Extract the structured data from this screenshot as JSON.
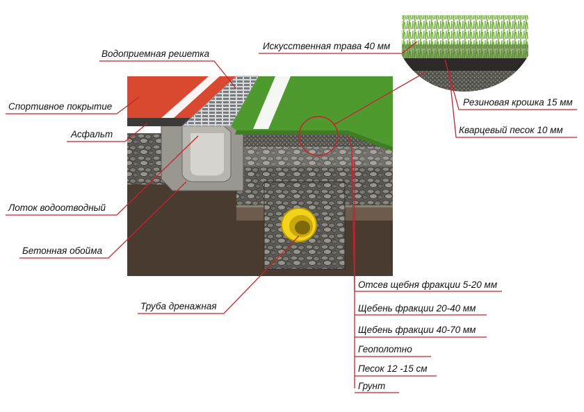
{
  "labels": {
    "vodopriemnaya_reshetka": "Водоприемная решетка",
    "iskusstvennaya_trava": "Искусственная трава 40 мм",
    "sportivnoe_pokrytie": "Спортивное покрытие",
    "asfalt": "Асфальт",
    "rezinovaya_kroshka": "Резиновая крошка 15 мм",
    "kvartsevyi_pesok": "Кварцевый  песок 10 мм",
    "lotok": "Лоток водоотводный",
    "betonnaya_oboima": "Бетонная обойма",
    "truba": "Труба дренажная",
    "otsev": "Отсев щебня фракции 5-20 мм",
    "scheben_20_40": "Щебень фракции 20-40 мм",
    "scheben_40_70": "Щебень фракции 40-70 мм",
    "geopolotno": "Геополотно",
    "pesok": "Песок 12 -15 см",
    "grunt": "Грунт"
  },
  "colors": {
    "leader_line": "#c8232b",
    "track": "#d9492f",
    "grass": "#4f9a2e",
    "gravel": "#5f5e59",
    "soil": "#4a3b30",
    "concrete": "#9a9690",
    "pipe": "#f2d21a"
  }
}
